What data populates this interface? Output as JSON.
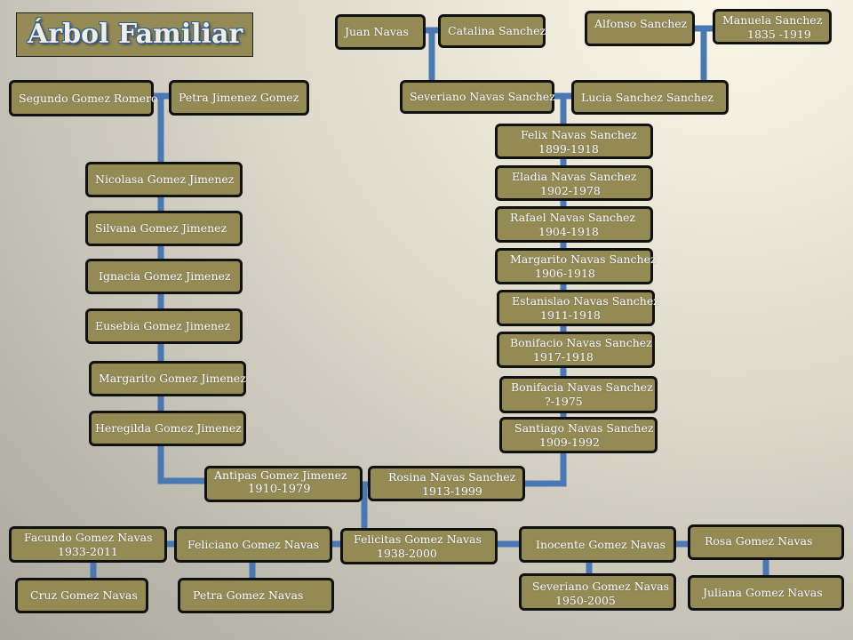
{
  "title": "Árbol Familiar",
  "people": {
    "juan": {
      "name": "Juan Navas"
    },
    "catalina": {
      "name": "Catalina Sanchez"
    },
    "alfonso": {
      "name": "Alfonso Sanchez"
    },
    "manuela": {
      "name": "Manuela  Sanchez",
      "years": "1835 -1919"
    },
    "segundo": {
      "name": "Segundo Gomez Romero"
    },
    "petra": {
      "name": "Petra Jimenez Gomez"
    },
    "severiano": {
      "name": "Severiano Navas Sanchez"
    },
    "lucia": {
      "name": "Lucia Sanchez Sanchez"
    },
    "nicolasa": {
      "name": "Nicolasa Gomez Jimenez"
    },
    "silvana": {
      "name": "Silvana Gomez Jimenez"
    },
    "ignacia": {
      "name": "Ignacia Gomez Jimenez"
    },
    "eusebia": {
      "name": "Eusebia Gomez Jimenez"
    },
    "margarito_g": {
      "name": "Margarito Gomez Jimenez"
    },
    "heregilda": {
      "name": "Heregilda Gomez Jimenez"
    },
    "felix": {
      "name": "Felix Navas Sanchez",
      "years": "1899-1918"
    },
    "eladia": {
      "name": "Eladia Navas Sanchez",
      "years": "1902-1978"
    },
    "rafael": {
      "name": "Rafael Navas Sanchez",
      "years": "1904-1918"
    },
    "margarito_n": {
      "name": "Margarito Navas Sanchez",
      "years": "1906-1918"
    },
    "estanislao": {
      "name": "Estanislao  Navas Sanchez",
      "years": "1911-1918"
    },
    "bonifacio": {
      "name": "Bonifacio Navas Sanchez",
      "years": "1917-1918"
    },
    "bonifacia": {
      "name": "Bonifacia Navas Sanchez",
      "years": "?-1975"
    },
    "santiago": {
      "name": "Santiago Navas Sanchez",
      "years": "1909-1992"
    },
    "antipas": {
      "name": "Antipas Gomez Jimenez",
      "years": "1910-1979"
    },
    "rosina": {
      "name": "Rosina Navas Sanchez",
      "years": "1913-1999"
    },
    "facundo": {
      "name": "Facundo Gomez Navas",
      "years": "1933-2011"
    },
    "feliciano": {
      "name": "Feliciano Gomez Navas"
    },
    "felicitas": {
      "name": "Felicitas Gomez Navas",
      "years": "1938-2000"
    },
    "inocente": {
      "name": "Inocente Gomez Navas"
    },
    "rosa": {
      "name": "Rosa Gomez Navas"
    },
    "cruz": {
      "name": "Cruz Gomez Navas"
    },
    "petra_g": {
      "name": "Petra Gomez Navas"
    },
    "severiano_g": {
      "name": "Severiano Gomez Navas",
      "years": "1950-2005"
    },
    "juliana": {
      "name": "Juliana  Gomez Navas"
    }
  },
  "colors": {
    "box": "#948a54",
    "connector": "#4a78b5"
  }
}
